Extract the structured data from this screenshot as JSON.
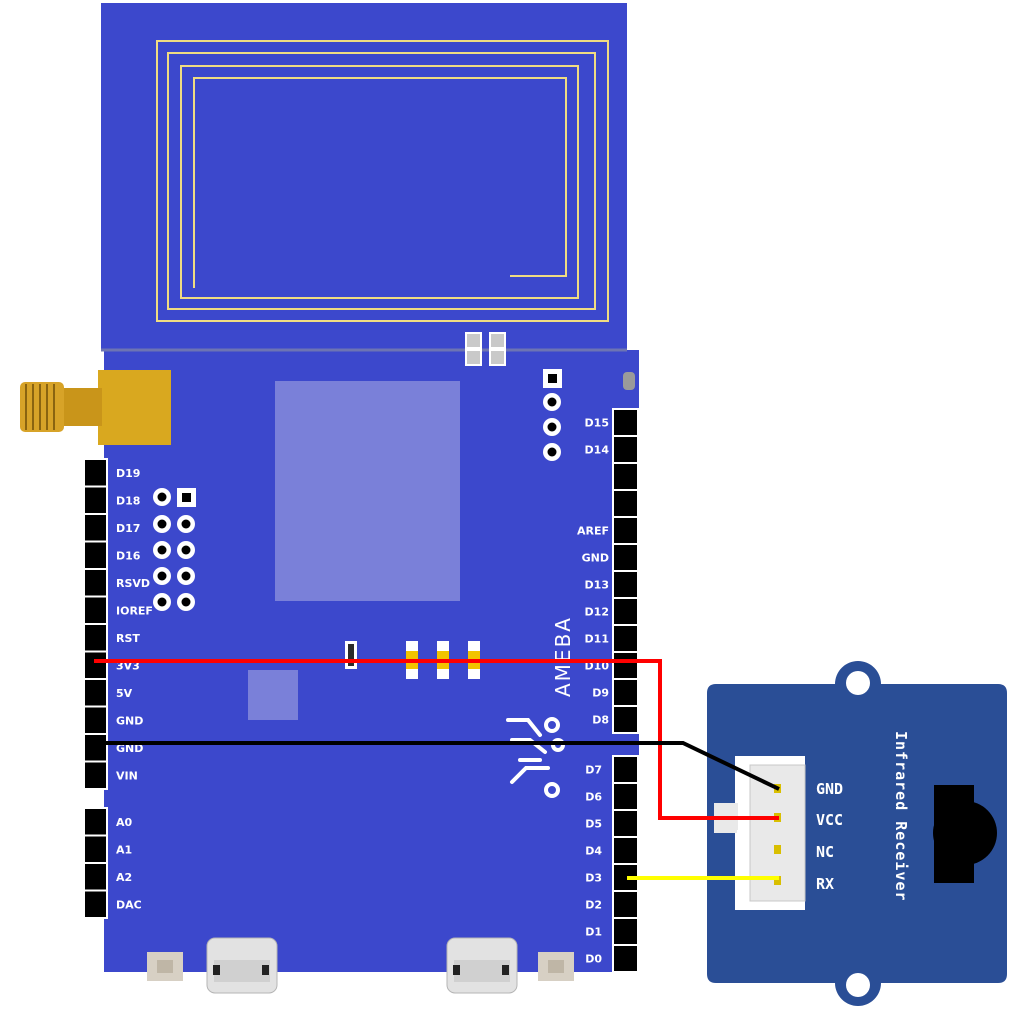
{
  "board": {
    "brand": "AMEBA",
    "left_header_top": [
      "D19",
      "D18",
      "D17",
      "D16",
      "RSVD",
      "IOREF",
      "RST",
      "3V3",
      "5V",
      "GND",
      "GND",
      "VIN"
    ],
    "left_header_bottom": [
      "A0",
      "A1",
      "A2",
      "DAC"
    ],
    "right_header_top": [
      "D15",
      "D14",
      "",
      "",
      "AREF",
      "GND",
      "D13",
      "D12",
      "D11",
      "D10",
      "D9",
      "D8"
    ],
    "right_header_bottom": [
      "D7",
      "D6",
      "D5",
      "D4",
      "D3",
      "D2",
      "D1",
      "D0"
    ]
  },
  "module": {
    "title": "Infrared Receiver",
    "pins": [
      "GND",
      "VCC",
      "NC",
      "RX"
    ]
  },
  "wires": [
    {
      "from": "3V3",
      "to": "VCC",
      "color": "#ff0000"
    },
    {
      "from": "GND",
      "to": "GND",
      "color": "#000000"
    },
    {
      "from": "D3",
      "to": "RX",
      "color": "#ffff00"
    }
  ],
  "colors": {
    "board": "#3c48cc",
    "module": "#2a4e96",
    "header": "#000000",
    "antenna": "#f0dc82",
    "connector": "#d9a81f",
    "chip": "#7a80d9"
  }
}
